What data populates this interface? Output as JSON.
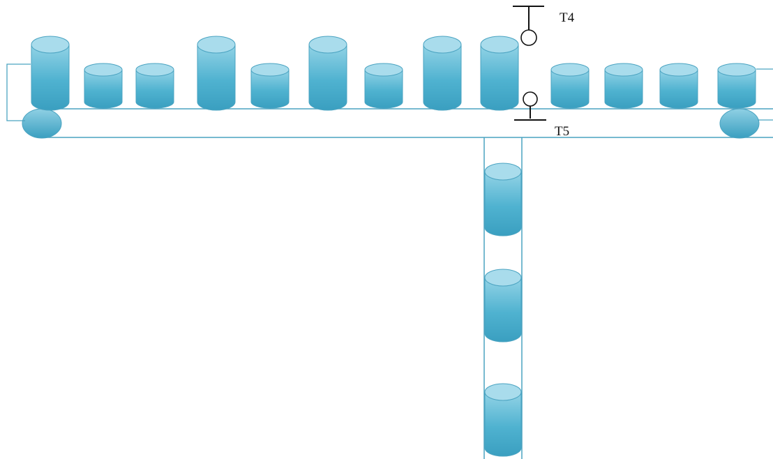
{
  "sensors": [
    {
      "id": "t4",
      "label": "T4"
    },
    {
      "id": "t5",
      "label": "T5"
    }
  ],
  "colors": {
    "line": "#4aa3c1",
    "cylinder_top": "#a9dcec",
    "cylinder_body_light": "#8fd0e4",
    "cylinder_body_dark": "#3aa5c5",
    "sensor": "#111111"
  },
  "main_conveyor": {
    "items": [
      {
        "size": "tall"
      },
      {
        "size": "short"
      },
      {
        "size": "short"
      },
      {
        "size": "tall"
      },
      {
        "size": "short"
      },
      {
        "size": "tall"
      },
      {
        "size": "short"
      },
      {
        "size": "tall"
      },
      {
        "size": "tall"
      },
      {
        "size": "short"
      },
      {
        "size": "short"
      },
      {
        "size": "short"
      },
      {
        "size": "short"
      }
    ]
  },
  "branch_conveyor": {
    "items": [
      {
        "size": "tall"
      },
      {
        "size": "tall"
      },
      {
        "size": "tall"
      }
    ]
  }
}
